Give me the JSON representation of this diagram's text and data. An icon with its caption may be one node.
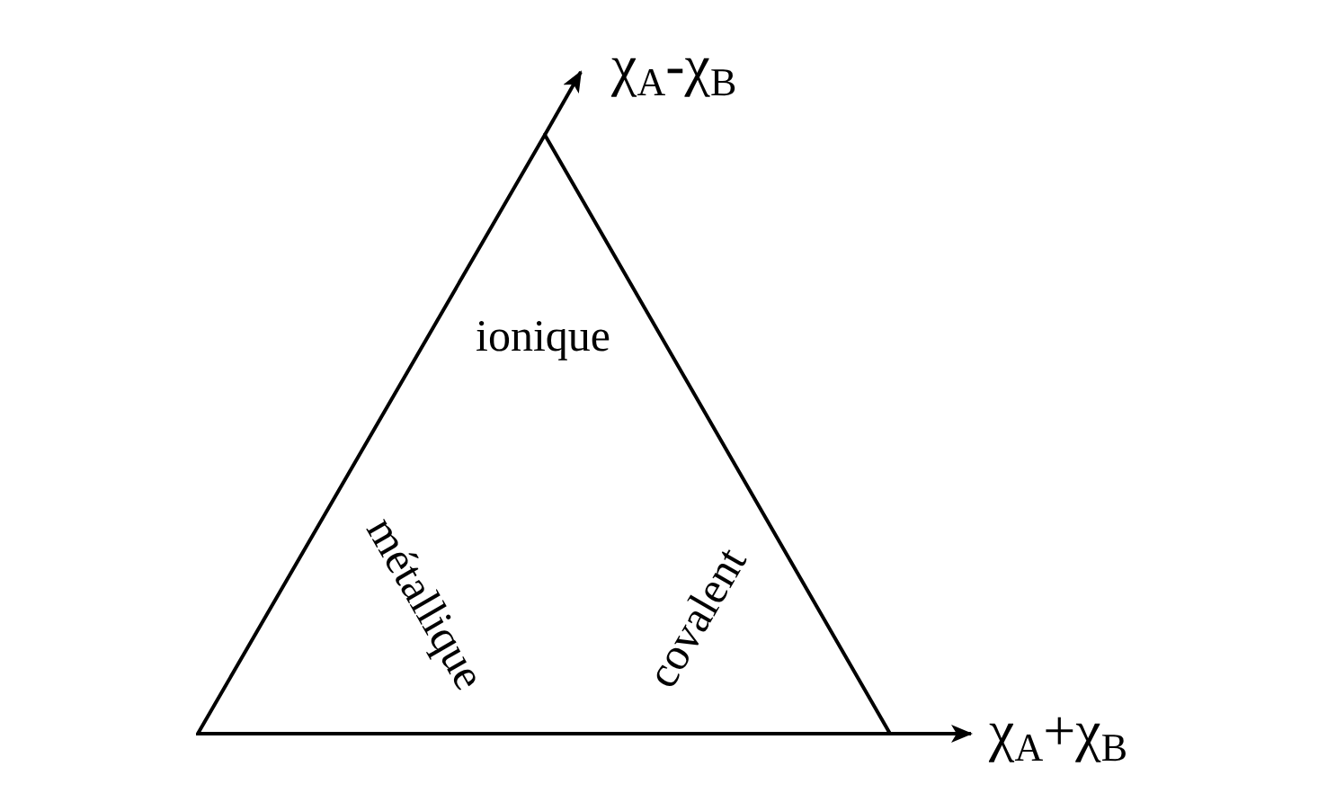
{
  "diagram": {
    "nodes": [
      {
        "text": [
          "ionique",
          "métallique",
          "covalent"
        ]
      }
    ],
    "labels": [
      "χ$_{A}$-χ$_{B}$",
      "χ$_{A}$+χ$_{B}$"
    ]
  }
}
